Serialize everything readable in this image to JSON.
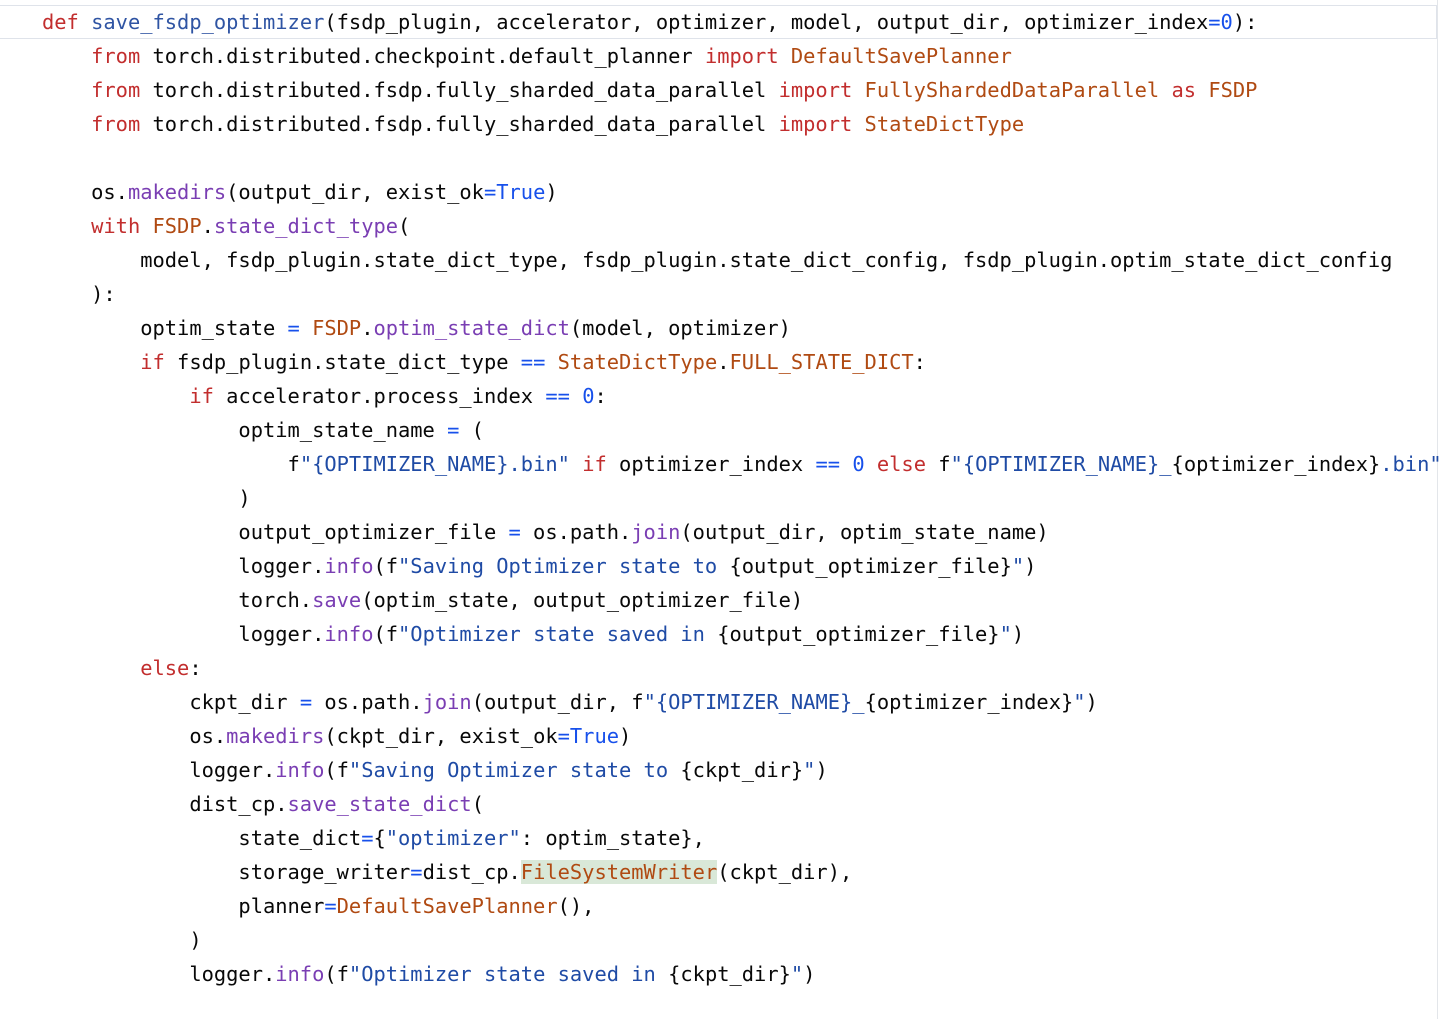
{
  "editor": {
    "lines": [
      [
        [
          "kw",
          "def"
        ],
        [
          "plain",
          " "
        ],
        [
          "fn",
          "save_fsdp_optimizer"
        ],
        [
          "plain",
          "(fsdp_plugin, accelerator, optimizer, model, output_dir, optimizer_index"
        ],
        [
          "op",
          "="
        ],
        [
          "num",
          "0"
        ],
        [
          "plain",
          "):"
        ]
      ],
      [
        [
          "plain",
          "    "
        ],
        [
          "kw",
          "from"
        ],
        [
          "plain",
          " torch.distributed.checkpoint.default_planner "
        ],
        [
          "kw",
          "import"
        ],
        [
          "plain",
          " "
        ],
        [
          "cls",
          "DefaultSavePlanner"
        ]
      ],
      [
        [
          "plain",
          "    "
        ],
        [
          "kw",
          "from"
        ],
        [
          "plain",
          " torch.distributed.fsdp.fully_sharded_data_parallel "
        ],
        [
          "kw",
          "import"
        ],
        [
          "plain",
          " "
        ],
        [
          "cls",
          "FullyShardedDataParallel"
        ],
        [
          "plain",
          " "
        ],
        [
          "kw",
          "as"
        ],
        [
          "plain",
          " "
        ],
        [
          "cls",
          "FSDP"
        ]
      ],
      [
        [
          "plain",
          "    "
        ],
        [
          "kw",
          "from"
        ],
        [
          "plain",
          " torch.distributed.fsdp.fully_sharded_data_parallel "
        ],
        [
          "kw",
          "import"
        ],
        [
          "plain",
          " "
        ],
        [
          "cls",
          "StateDictType"
        ]
      ],
      [],
      [
        [
          "plain",
          "    os."
        ],
        [
          "call",
          "makedirs"
        ],
        [
          "plain",
          "(output_dir, exist_ok"
        ],
        [
          "op",
          "="
        ],
        [
          "num",
          "True"
        ],
        [
          "plain",
          ")"
        ]
      ],
      [
        [
          "plain",
          "    "
        ],
        [
          "kw",
          "with"
        ],
        [
          "plain",
          " "
        ],
        [
          "cls",
          "FSDP"
        ],
        [
          "plain",
          "."
        ],
        [
          "call",
          "state_dict_type"
        ],
        [
          "plain",
          "("
        ]
      ],
      [
        [
          "plain",
          "        model, fsdp_plugin.state_dict_type, fsdp_plugin.state_dict_config, fsdp_plugin.optim_state_dict_config"
        ]
      ],
      [
        [
          "plain",
          "    ):"
        ]
      ],
      [
        [
          "plain",
          "        optim_state "
        ],
        [
          "op",
          "="
        ],
        [
          "plain",
          " "
        ],
        [
          "cls",
          "FSDP"
        ],
        [
          "plain",
          "."
        ],
        [
          "call",
          "optim_state_dict"
        ],
        [
          "plain",
          "(model, optimizer)"
        ]
      ],
      [
        [
          "plain",
          "        "
        ],
        [
          "kw",
          "if"
        ],
        [
          "plain",
          " fsdp_plugin.state_dict_type "
        ],
        [
          "op",
          "=="
        ],
        [
          "plain",
          " "
        ],
        [
          "cls",
          "StateDictType"
        ],
        [
          "plain",
          "."
        ],
        [
          "cls",
          "FULL_STATE_DICT"
        ],
        [
          "plain",
          ":"
        ]
      ],
      [
        [
          "plain",
          "            "
        ],
        [
          "kw",
          "if"
        ],
        [
          "plain",
          " accelerator.process_index "
        ],
        [
          "op",
          "=="
        ],
        [
          "plain",
          " "
        ],
        [
          "num",
          "0"
        ],
        [
          "plain",
          ":"
        ]
      ],
      [
        [
          "plain",
          "                optim_state_name "
        ],
        [
          "op",
          "="
        ],
        [
          "plain",
          " ("
        ]
      ],
      [
        [
          "plain",
          "                    f"
        ],
        [
          "str",
          "\"{"
        ],
        [
          "str",
          "OPTIMIZER_NAME"
        ],
        [
          "str",
          "}.bin\""
        ],
        [
          "plain",
          " "
        ],
        [
          "kw",
          "if"
        ],
        [
          "plain",
          " optimizer_index "
        ],
        [
          "op",
          "=="
        ],
        [
          "plain",
          " "
        ],
        [
          "num",
          "0"
        ],
        [
          "plain",
          " "
        ],
        [
          "kw",
          "else"
        ],
        [
          "plain",
          " f"
        ],
        [
          "str",
          "\"{"
        ],
        [
          "str",
          "OPTIMIZER_NAME"
        ],
        [
          "str",
          "}_"
        ],
        [
          "plain",
          "{optimizer_index}"
        ],
        [
          "str",
          ".bin\""
        ]
      ],
      [
        [
          "plain",
          "                )"
        ]
      ],
      [
        [
          "plain",
          "                output_optimizer_file "
        ],
        [
          "op",
          "="
        ],
        [
          "plain",
          " os.path."
        ],
        [
          "call",
          "join"
        ],
        [
          "plain",
          "(output_dir, optim_state_name)"
        ]
      ],
      [
        [
          "plain",
          "                logger."
        ],
        [
          "call",
          "info"
        ],
        [
          "plain",
          "(f"
        ],
        [
          "str",
          "\"Saving Optimizer state to "
        ],
        [
          "plain",
          "{output_optimizer_file}"
        ],
        [
          "str",
          "\""
        ],
        [
          "plain",
          ")"
        ]
      ],
      [
        [
          "plain",
          "                torch."
        ],
        [
          "call",
          "save"
        ],
        [
          "plain",
          "(optim_state, output_optimizer_file)"
        ]
      ],
      [
        [
          "plain",
          "                logger."
        ],
        [
          "call",
          "info"
        ],
        [
          "plain",
          "(f"
        ],
        [
          "str",
          "\"Optimizer state saved in "
        ],
        [
          "plain",
          "{output_optimizer_file}"
        ],
        [
          "str",
          "\""
        ],
        [
          "plain",
          ")"
        ]
      ],
      [
        [
          "plain",
          "        "
        ],
        [
          "kw",
          "else"
        ],
        [
          "plain",
          ":"
        ]
      ],
      [
        [
          "plain",
          "            ckpt_dir "
        ],
        [
          "op",
          "="
        ],
        [
          "plain",
          " os.path."
        ],
        [
          "call",
          "join"
        ],
        [
          "plain",
          "(output_dir, f"
        ],
        [
          "str",
          "\"{OPTIMIZER_NAME}_"
        ],
        [
          "plain",
          "{optimizer_index}"
        ],
        [
          "str",
          "\""
        ],
        [
          "plain",
          ")"
        ]
      ],
      [
        [
          "plain",
          "            os."
        ],
        [
          "call",
          "makedirs"
        ],
        [
          "plain",
          "(ckpt_dir, exist_ok"
        ],
        [
          "op",
          "="
        ],
        [
          "num",
          "True"
        ],
        [
          "plain",
          ")"
        ]
      ],
      [
        [
          "plain",
          "            logger."
        ],
        [
          "call",
          "info"
        ],
        [
          "plain",
          "(f"
        ],
        [
          "str",
          "\"Saving Optimizer state to "
        ],
        [
          "plain",
          "{ckpt_dir}"
        ],
        [
          "str",
          "\""
        ],
        [
          "plain",
          ")"
        ]
      ],
      [
        [
          "plain",
          "            dist_cp."
        ],
        [
          "call",
          "save_state_dict"
        ],
        [
          "plain",
          "("
        ]
      ],
      [
        [
          "plain",
          "                state_dict"
        ],
        [
          "op",
          "="
        ],
        [
          "plain",
          "{"
        ],
        [
          "str",
          "\"optimizer\""
        ],
        [
          "plain",
          ": optim_state},"
        ]
      ],
      [
        [
          "plain",
          "                storage_writer"
        ],
        [
          "op",
          "="
        ],
        [
          "plain",
          "dist_cp."
        ],
        [
          "hl",
          "FileSystemWriter"
        ],
        [
          "plain",
          "(ckpt_dir),"
        ]
      ],
      [
        [
          "plain",
          "                planner"
        ],
        [
          "op",
          "="
        ],
        [
          "cls",
          "DefaultSavePlanner"
        ],
        [
          "plain",
          "(),"
        ]
      ],
      [
        [
          "plain",
          "            )"
        ]
      ],
      [
        [
          "plain",
          "            logger."
        ],
        [
          "call",
          "info"
        ],
        [
          "plain",
          "(f"
        ],
        [
          "str",
          "\"Optimizer state saved in "
        ],
        [
          "plain",
          "{ckpt_dir}"
        ],
        [
          "str",
          "\""
        ],
        [
          "plain",
          ")"
        ]
      ]
    ]
  }
}
